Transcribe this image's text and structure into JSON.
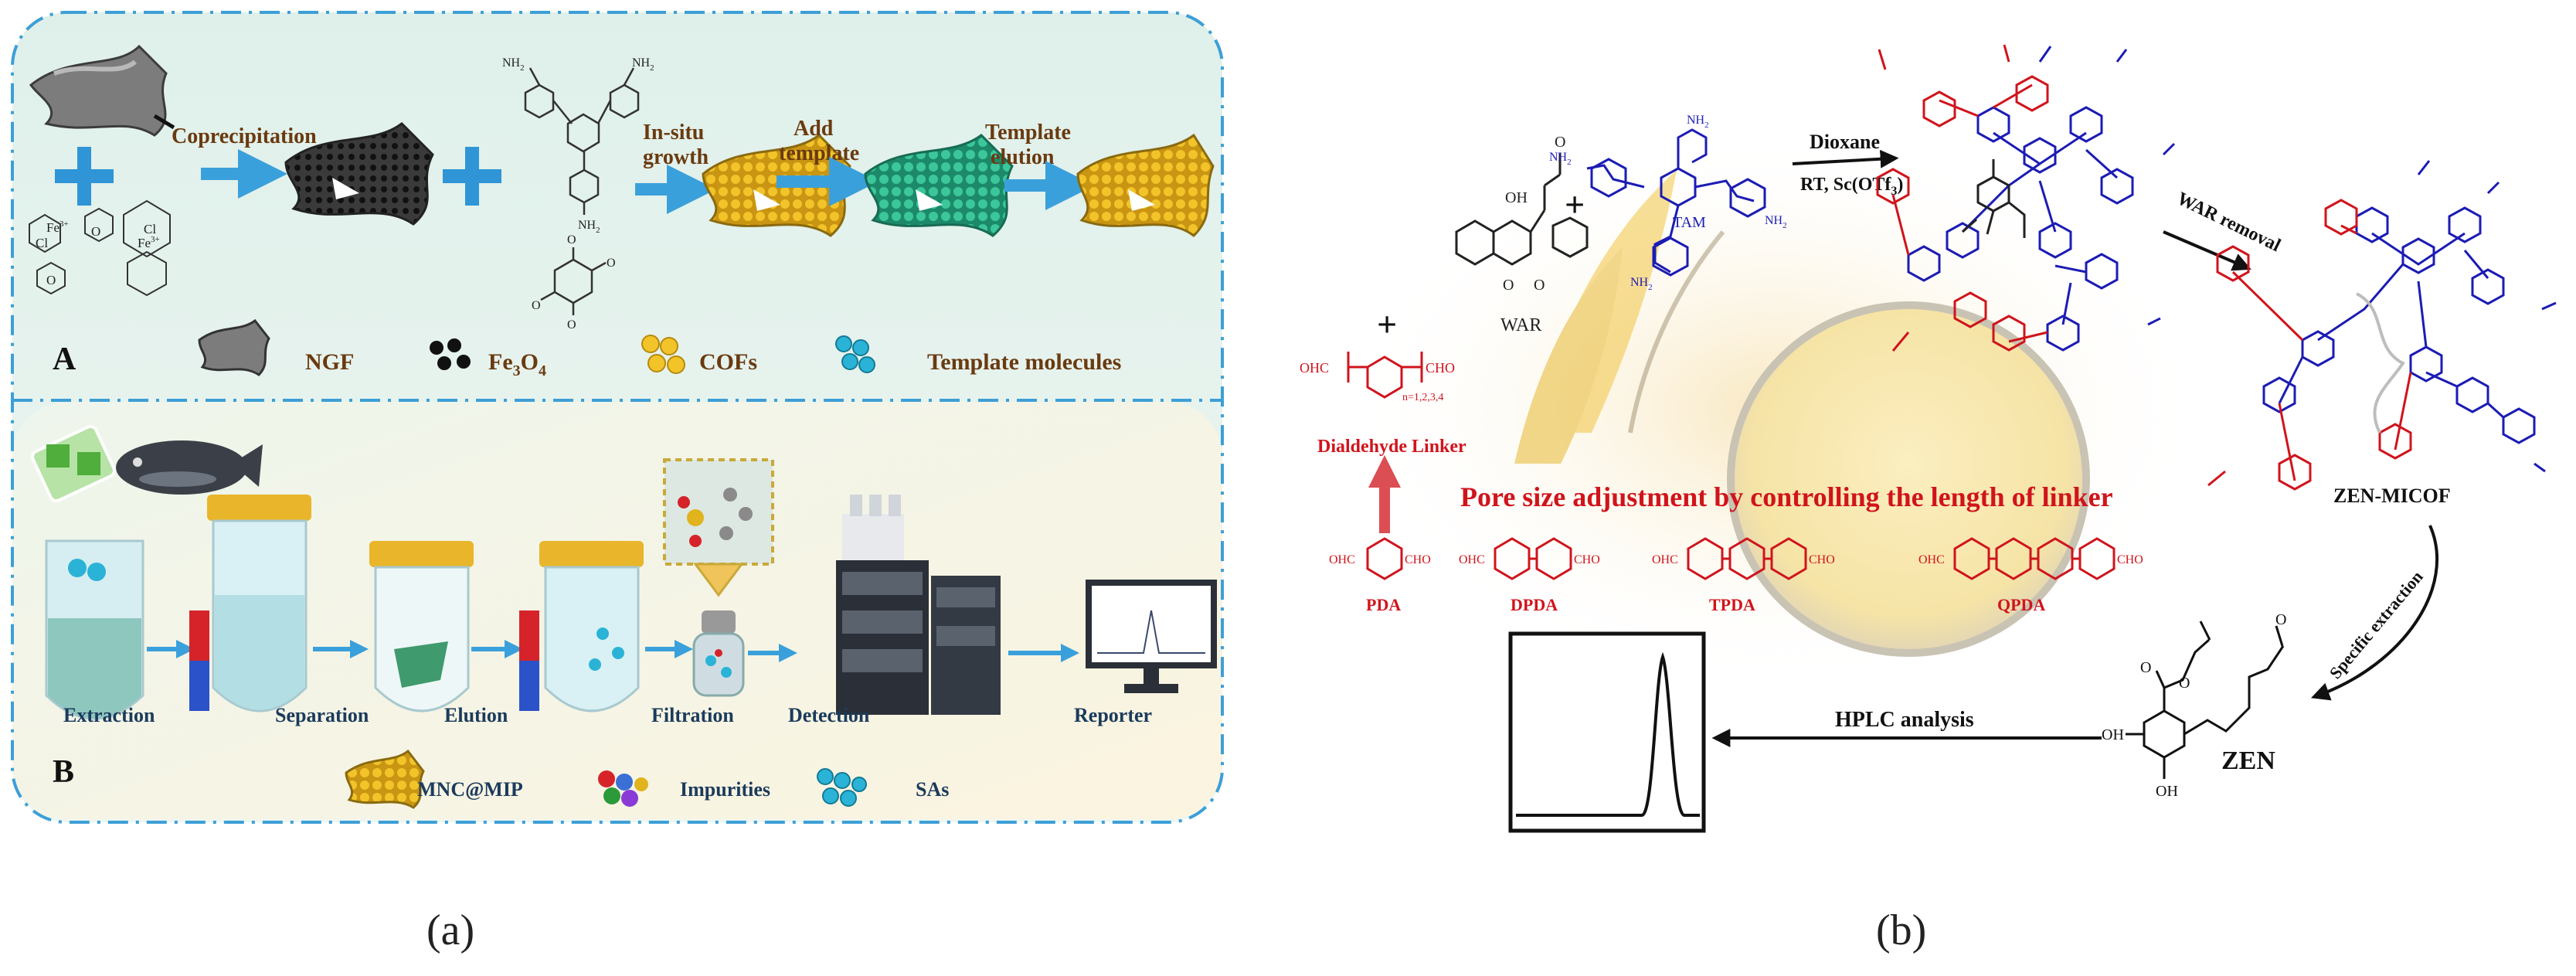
{
  "panel_a": {
    "caption": "(a)",
    "section_a": {
      "letter": "A",
      "steps": [
        "Coprecipitation",
        "In-situ",
        "growth",
        "Add",
        "template",
        "Template",
        "elution"
      ],
      "legend": [
        "NGF",
        "Fe",
        "3",
        "O",
        "4",
        "COFs",
        "Template molecules"
      ],
      "chem_labels": [
        "Cl",
        "Fe",
        "3+",
        "NH",
        "2",
        "O"
      ]
    },
    "section_b": {
      "letter": "B",
      "steps": [
        "Extraction",
        "Separation",
        "Elution",
        "Filtration",
        "Detection",
        "Reporter"
      ],
      "legend": [
        "MNC@MIP",
        "Impurities",
        "SAs"
      ]
    }
  },
  "panel_b": {
    "caption": "(b)",
    "monomers": [
      "WAR",
      "TAM",
      "NH",
      "2",
      "OH",
      "O"
    ],
    "reaction": [
      "Dioxane",
      "RT, Sc(OTf",
      "3",
      ")"
    ],
    "linker": {
      "label": "Dialdehyde Linker",
      "n_note": "n=1,2,3,4",
      "cho": "CHO",
      "ohc": "OHC"
    },
    "banner": "Pore size adjustment by controlling the length of linker",
    "linkers": [
      "PDA",
      "DPDA",
      "TPDA",
      "QPDA"
    ],
    "product": "ZEN-MICOF",
    "removal": "WAR removal",
    "extraction": "Specific extraction",
    "analyte": "ZEN",
    "analysis": "HPLC analysis",
    "colors": {
      "red": "#d0141c",
      "blue": "#1c1cb4",
      "black": "#111111",
      "accent": "#2f95d6"
    }
  }
}
